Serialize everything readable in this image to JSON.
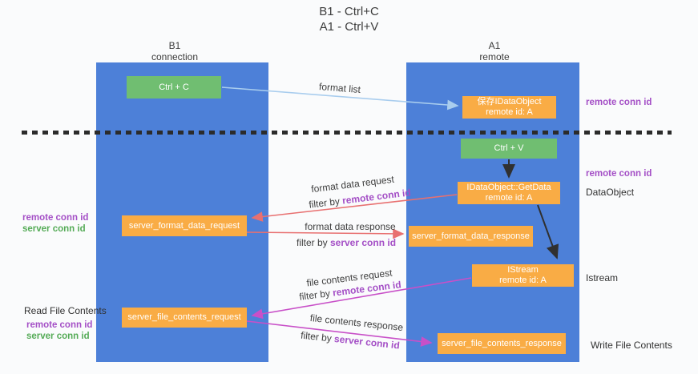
{
  "title": {
    "line1": "B1 - Ctrl+C",
    "line2": "A1 - Ctrl+V"
  },
  "columns": {
    "b1": {
      "title": "B1",
      "subtitle": "connection"
    },
    "a1": {
      "title": "A1",
      "subtitle": "remote"
    }
  },
  "boxes": {
    "ctrl_c": {
      "label": "Ctrl + C"
    },
    "store_dataobject": {
      "line1": "保存IDataObject",
      "line2": "remote id: A"
    },
    "ctrl_v": {
      "label": "Ctrl + V"
    },
    "getdata": {
      "line1": "IDataObject::GetData",
      "line2": "remote id: A"
    },
    "format_request": {
      "label": "server_format_data_request"
    },
    "format_response": {
      "label": "server_format_data_response"
    },
    "istream": {
      "line1": "IStream",
      "line2": "remote id: A"
    },
    "file_request": {
      "label": "server_file_contents_request"
    },
    "file_response": {
      "label": "server_file_contents_response"
    }
  },
  "arrow_labels": {
    "format_list": "format list",
    "format_data_request": "format data request",
    "format_data_request_filter": {
      "prefix": "filter by ",
      "key": "remote conn id"
    },
    "format_data_response": "format data response",
    "format_data_response_filter": {
      "prefix": "filter by ",
      "key": "server conn id"
    },
    "file_contents_request": "file contents request",
    "file_contents_request_filter": {
      "prefix": "filter by ",
      "key": "remote conn id"
    },
    "file_contents_response": "file contents response",
    "file_contents_response_filter": {
      "prefix": "filter by ",
      "key": "server conn id"
    }
  },
  "side_labels": {
    "remote_conn_id_top": "remote conn id",
    "remote_conn_id_mid": "remote conn id",
    "dataobject": "DataObject",
    "istream": "Istream",
    "write_file_contents": "Write File Contents",
    "read_file_contents": "Read File Contents",
    "left_remote_conn_id_1": "remote conn id",
    "left_server_conn_id_1": "server conn id",
    "left_remote_conn_id_2": "remote conn id",
    "left_server_conn_id_2": "server conn id"
  },
  "colors": {
    "column_blue": "#4d80d8",
    "box_green": "#70be71",
    "box_orange": "#f9ac45",
    "arrow_red": "#e87070",
    "arrow_magenta": "#c850c8",
    "arrow_light_blue": "#a9cdee",
    "arrow_black": "#303030",
    "text_purple": "#a44fc6",
    "text_green": "#55ab57",
    "background": "#fafbfc"
  }
}
